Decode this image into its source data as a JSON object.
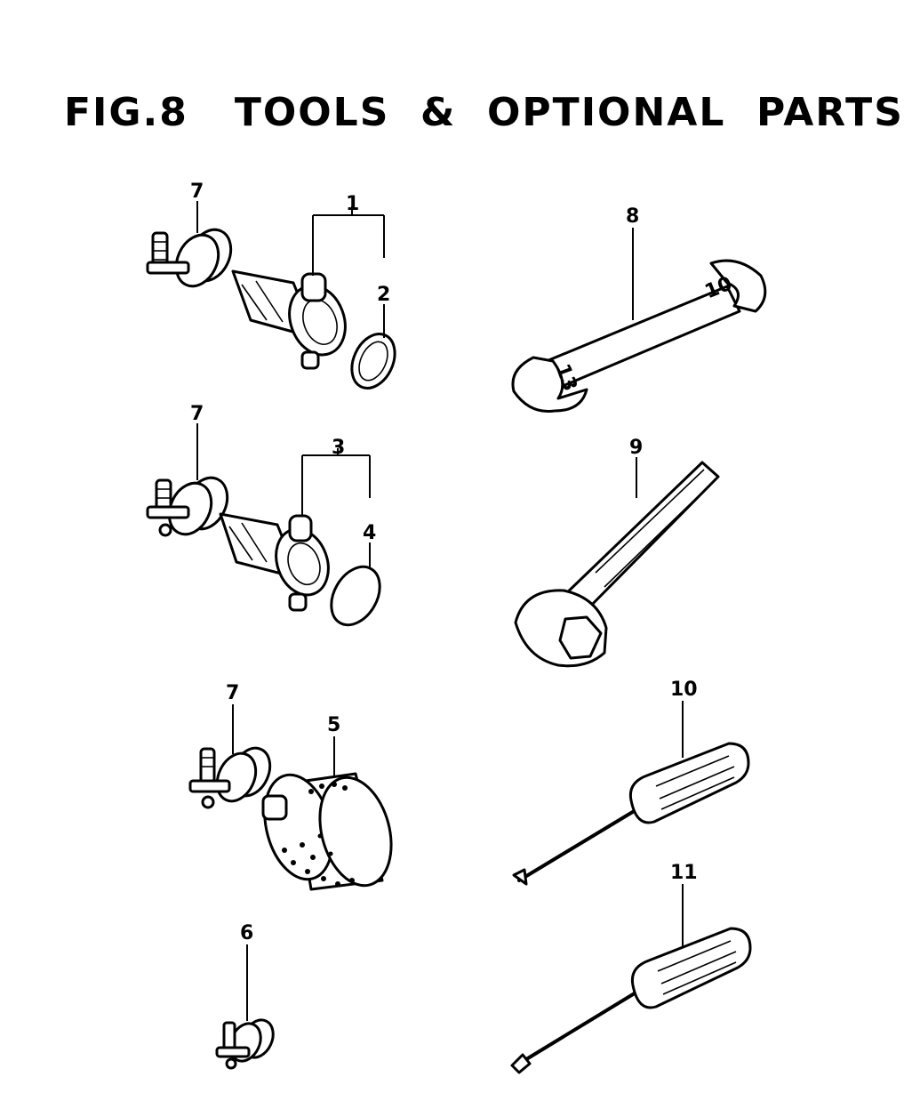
{
  "title": "FIG.8   TOOLS  &  OPTIONAL  PARTS",
  "callouts": {
    "c1": "1",
    "c2": "2",
    "c3": "3",
    "c4": "4",
    "c5": "5",
    "c6": "6",
    "c7a": "7",
    "c7b": "7",
    "c7c": "7",
    "c8": "8",
    "c9": "9",
    "c10": "10",
    "c11": "11"
  },
  "wrench_marks": {
    "end_a": "10",
    "end_b": "13"
  },
  "colors": {
    "ink": "#000000",
    "paper": "#ffffff"
  }
}
